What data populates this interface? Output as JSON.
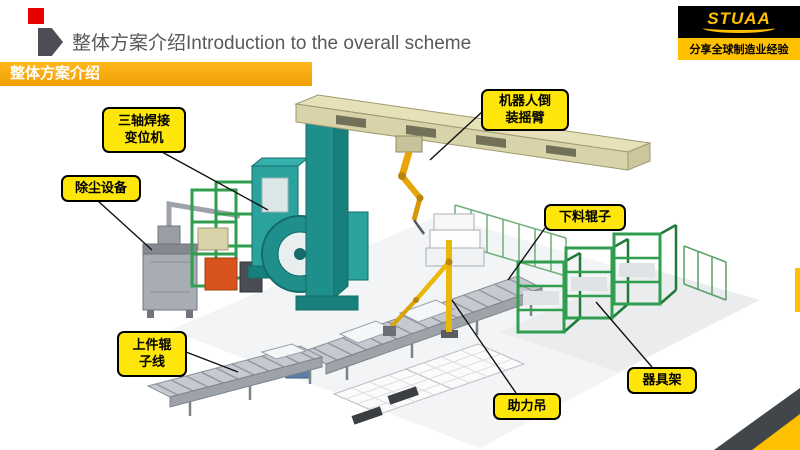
{
  "slide": {
    "header": {
      "title": "整体方案介绍Introduction to the overall scheme"
    },
    "logo": {
      "brand": "STUAA",
      "tagline": "分享全球制造业经验"
    },
    "banner": {
      "text": "整体方案介绍"
    },
    "callouts": [
      {
        "id": "welding-positioner",
        "text": "三轴焊接\n变位机"
      },
      {
        "id": "robot-inverted-arm",
        "text": "机器人倒\n装摇臂"
      },
      {
        "id": "dust-removal",
        "text": "除尘设备"
      },
      {
        "id": "unloading-roller",
        "text": "下料辊子"
      },
      {
        "id": "loading-roller-line",
        "text": "上件辊\n子线"
      },
      {
        "id": "assist-hoist",
        "text": "助力吊"
      },
      {
        "id": "equipment-rack",
        "text": "器具架"
      }
    ],
    "colors": {
      "accent_yellow": "#FFC000",
      "callout_yellow": "#FFE60A",
      "banner_orange": "#F09F05",
      "title_gray": "#595959",
      "machine_teal": "#1F8F8C",
      "rack_green": "#2F9E4F",
      "red_marker": "#E60000"
    }
  }
}
